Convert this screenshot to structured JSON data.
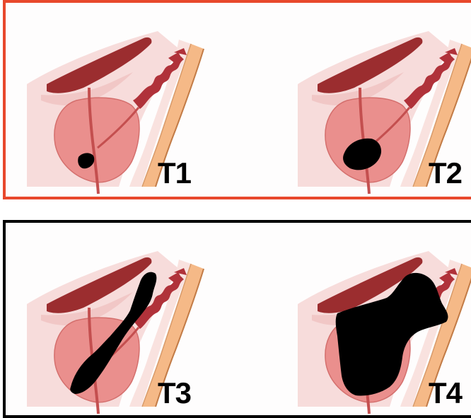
{
  "groups": {
    "top": {
      "border_color": "#e8482c"
    },
    "bottom": {
      "border_color": "#000000"
    }
  },
  "stages": [
    {
      "label": "T1"
    },
    {
      "label": "T2"
    },
    {
      "label": "T3"
    },
    {
      "label": "T4"
    }
  ],
  "colors": {
    "prostate": "#ea8f8d",
    "bladder_wall": "#9b2d2f",
    "urethra": "#c44f4f",
    "seminal_vesicles": "#b0323a",
    "tissue_pink": "#f6d3d1",
    "rectum": "#f5b987",
    "rectum_line": "#c27b46",
    "tumor": "#000000"
  }
}
